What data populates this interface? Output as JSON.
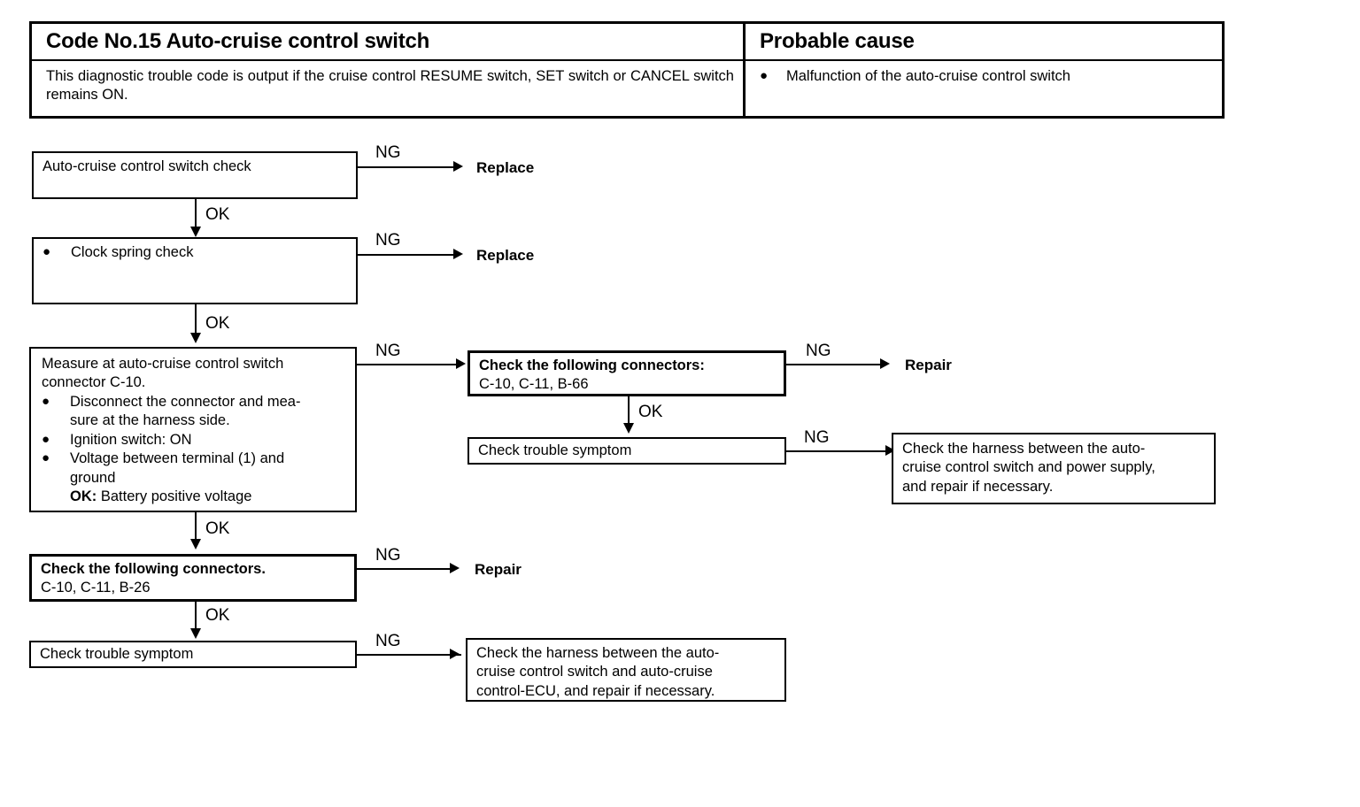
{
  "header": {
    "code_title": "Code No.15 Auto-cruise control switch",
    "description": "This diagnostic trouble code is output if the cruise control RESUME switch, SET switch or CANCEL switch remains ON.",
    "probable_cause_title": "Probable cause",
    "probable_cause_bullet": "●",
    "probable_cause_item": "Malfunction of the auto-cruise control switch"
  },
  "labels": {
    "ng": "NG",
    "ok": "OK",
    "bullet": "●"
  },
  "flow": {
    "box1": {
      "text": "Auto-cruise control switch check"
    },
    "box2": {
      "bullet": "●",
      "text": "Clock    spring    check"
    },
    "box3": {
      "line1": "Measure at auto-cruise control switch",
      "line2": "connector C-10.",
      "bullet1": "Disconnect the connector and mea-",
      "bullet1b": "sure at the harness side.",
      "bullet2": "Ignition switch: ON",
      "bullet3": "Voltage between terminal (1) and",
      "bullet3b": "ground",
      "ok_label": "OK:",
      "ok_value": "Battery positive voltage"
    },
    "box4": {
      "title": "Check the following connectors:",
      "connectors": "C-10, C-11, B-66"
    },
    "box5": {
      "text": "Check trouble symptom"
    },
    "box6": {
      "line1": "Check the harness between the auto-",
      "line2": "cruise control switch and power supply,",
      "line3": "and repair if necessary."
    },
    "box7": {
      "title": "Check the following connectors.",
      "connectors": "C-10, C-11, B-26"
    },
    "box8": {
      "text": "Check trouble symptom"
    },
    "box9": {
      "line1": "Check the harness between the auto-",
      "line2": "cruise control switch and auto-cruise",
      "line3": "control-ECU, and repair if necessary."
    },
    "terminals": {
      "replace1": "Replace",
      "replace2": "Replace",
      "repair1": "Repair",
      "repair2": "Repair"
    }
  }
}
